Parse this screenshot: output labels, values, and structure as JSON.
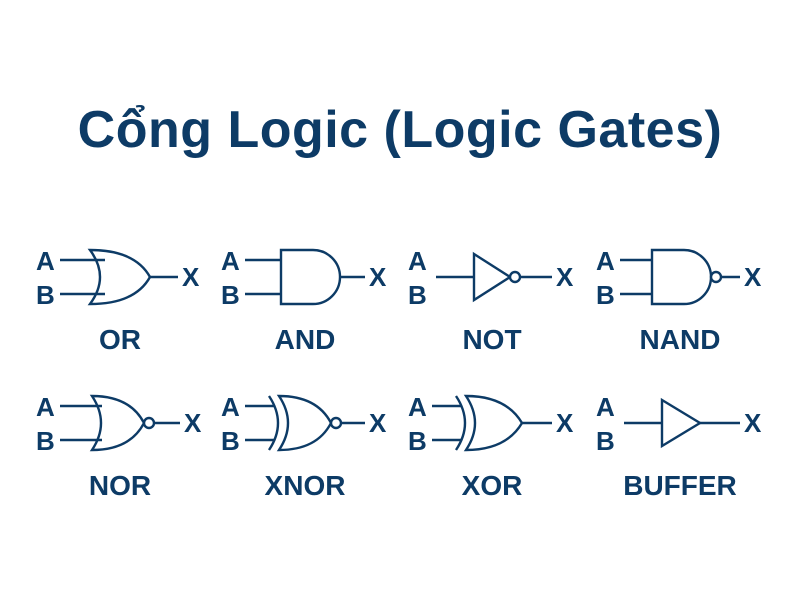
{
  "title": "Cổng Logic (Logic Gates)",
  "colors": {
    "ink": "#0d3b66",
    "background": "#ffffff"
  },
  "gates": [
    {
      "name": "OR",
      "shape": "or",
      "inputs": [
        "A",
        "B"
      ],
      "output": "X"
    },
    {
      "name": "AND",
      "shape": "and",
      "inputs": [
        "A",
        "B"
      ],
      "output": "X"
    },
    {
      "name": "NOT",
      "shape": "not",
      "inputs": [
        "A",
        "B"
      ],
      "output": "X"
    },
    {
      "name": "NAND",
      "shape": "nand",
      "inputs": [
        "A",
        "B"
      ],
      "output": "X"
    },
    {
      "name": "NOR",
      "shape": "nor",
      "inputs": [
        "A",
        "B"
      ],
      "output": "X"
    },
    {
      "name": "XNOR",
      "shape": "xnor",
      "inputs": [
        "A",
        "B"
      ],
      "output": "X"
    },
    {
      "name": "XOR",
      "shape": "xor",
      "inputs": [
        "A",
        "B"
      ],
      "output": "X"
    },
    {
      "name": "BUFFER",
      "shape": "buffer",
      "inputs": [
        "A",
        "B"
      ],
      "output": "X"
    }
  ]
}
